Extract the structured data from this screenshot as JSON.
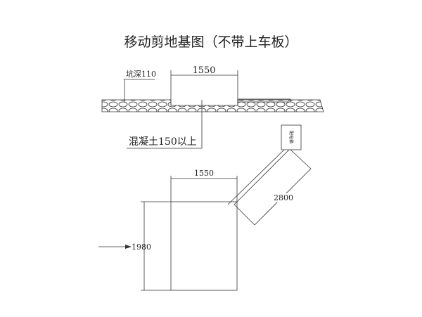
{
  "title": "移动剪地基图（不带上车板）",
  "section": {
    "pit_depth_label": "坑深110",
    "pit_width_label": "1550",
    "concrete_label": "混凝土150以上"
  },
  "plan": {
    "width_label": "1550",
    "length_label": "1980",
    "cable_length_label": "2800",
    "box_label": "配电箱"
  }
}
